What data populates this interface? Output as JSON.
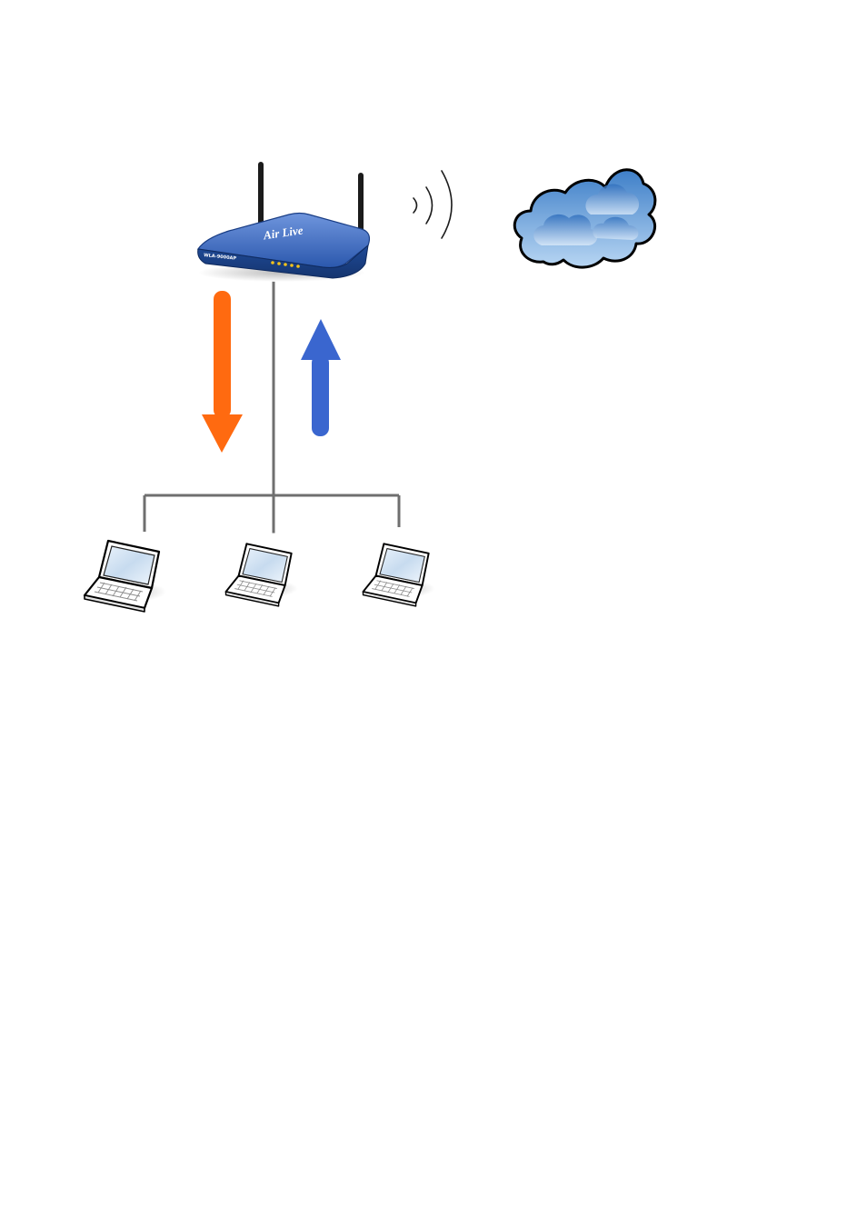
{
  "diagram": {
    "router": {
      "brand": "Air Live",
      "model": "WLA-9000AP",
      "led_color": "#f2c21b",
      "body_color": "#2f5cb0"
    },
    "cloud": {
      "fill_color": "#6fa6dc"
    },
    "downstream_arrow": {
      "color": "#ff6a10"
    },
    "upstream_arrow": {
      "color": "#3a66cf"
    },
    "cable_color": "#6f6f6f",
    "laptops": [
      {
        "id": "laptop-1"
      },
      {
        "id": "laptop-2"
      },
      {
        "id": "laptop-3"
      }
    ]
  }
}
